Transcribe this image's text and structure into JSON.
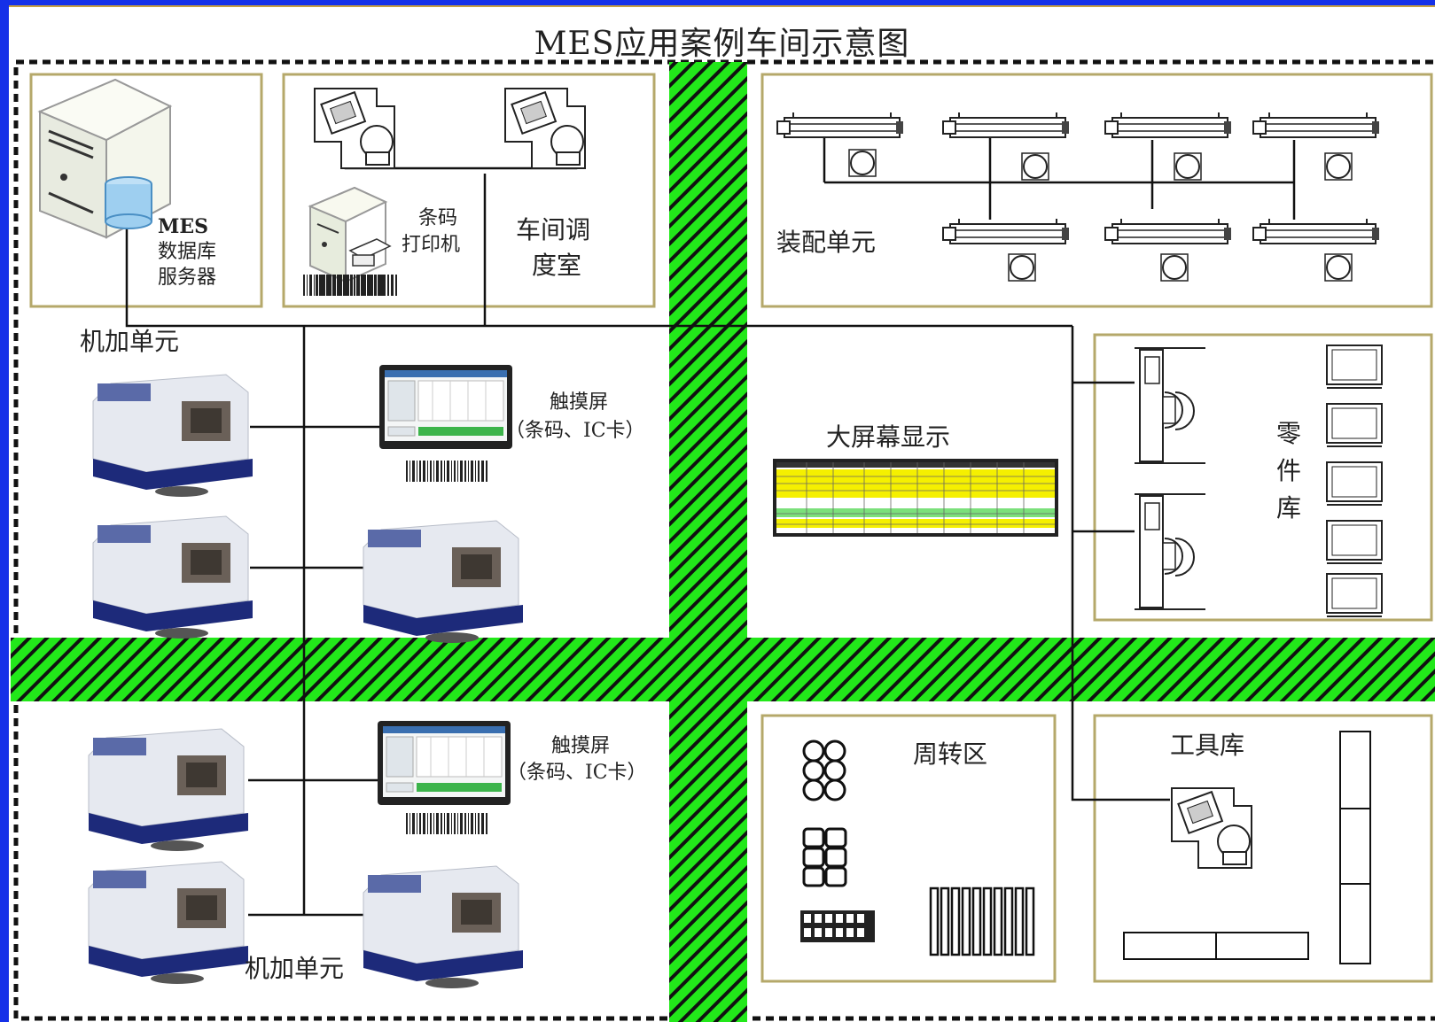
{
  "title": "MES应用案例车间示意图",
  "labels": {
    "db_server_1": "MES",
    "db_server_2": "数据库",
    "db_server_3": "服务器",
    "barcode_printer_1": "条码",
    "barcode_printer_2": "打印机",
    "dispatch_room_1": "车间调",
    "dispatch_room_2": "度室",
    "assembly_unit": "装配单元",
    "machining_unit_top": "机加单元",
    "machining_unit_bottom": "机加单元",
    "touchscreen_top_1": "触摸屏",
    "touchscreen_top_2": "（条码、IC卡）",
    "touchscreen_bottom_1": "触摸屏",
    "touchscreen_bottom_2": "（条码、IC卡）",
    "big_screen": "大屏幕显示",
    "parts_store_1": "零",
    "parts_store_2": "件",
    "parts_store_3": "库",
    "turnover_area": "周转区",
    "tool_store": "工具库"
  },
  "colors": {
    "frame_blue": "#1530e8",
    "aisle_green": "#22e81a",
    "room_border": "#b5a86a",
    "screen_yellow": "#f5f000",
    "screen_green": "#7be07b"
  }
}
